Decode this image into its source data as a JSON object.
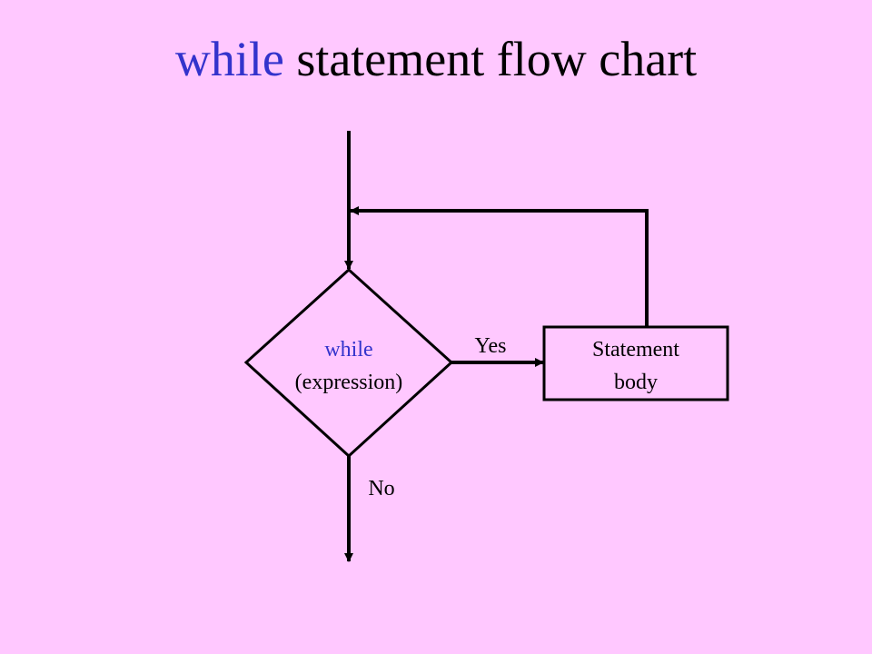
{
  "colors": {
    "background": "#FFC8FF",
    "keyword": "#3333CC",
    "text": "#000000",
    "line": "#000000",
    "box_fill": "#FFC8FF"
  },
  "title": {
    "keyword": "while",
    "rest": " statement flow chart"
  },
  "diagram": {
    "decision": {
      "keyword": "while",
      "expression": "(expression)"
    },
    "yes_label": "Yes",
    "no_label": "No",
    "process": {
      "line1": "Statement",
      "line2": "body"
    }
  }
}
